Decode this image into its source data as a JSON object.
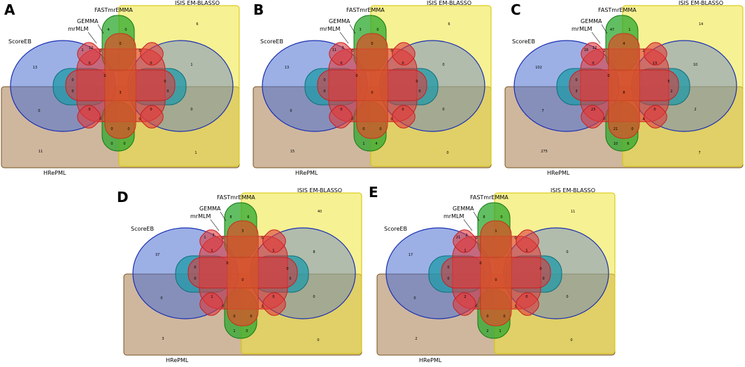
{
  "set_names": {
    "scoreeb": "ScoreEB",
    "isis": "ISIS EM-BLASSO",
    "fastmremma": "FASTmrEMMA",
    "gemma": "GEMMA",
    "mrmlm": "mrMLM",
    "hrepml": "HRePML"
  },
  "colors": {
    "scoreeb": "#4a6fd2",
    "isis": "#eee53a",
    "fastmremma": "#2ea82e",
    "gemma": "#1f9aa8",
    "mrmlm": "#e03a3a",
    "hrepml": "#a87c4f"
  },
  "panels": [
    {
      "letter": "A",
      "counts": {
        "scoreeb_only": "13",
        "isis_only": "6",
        "fastmremma_only": "4",
        "fastmremma_isis": "0",
        "isis_scoreeb": "1",
        "scoreeb_hrepml": "0",
        "hrepml_only": "11",
        "isis_hrepml": "0",
        "isis_hrepml_low": "1",
        "fast_bottom_left": "0",
        "fast_bottom_right": "0",
        "mrmlm_top": "1",
        "gemma_top": "12",
        "center": "3",
        "ring": [
          "0",
          "0",
          "0",
          "0",
          "0",
          "0",
          "0",
          "0",
          "0",
          "0",
          "0",
          "0",
          "0",
          "0",
          "0",
          "0"
        ]
      }
    },
    {
      "letter": "B",
      "counts": {
        "scoreeb_only": "13",
        "isis_only": "6",
        "fastmremma_only": "3",
        "fastmremma_isis": "0",
        "isis_scoreeb": "0",
        "scoreeb_hrepml": "0",
        "hrepml_only": "15",
        "isis_hrepml": "0",
        "isis_hrepml_low": "0",
        "fast_bottom_left": "1",
        "fast_bottom_right": "4",
        "mrmlm_top": "11",
        "gemma_top": "3",
        "center": "0",
        "ring": [
          "0",
          "0",
          "0",
          "0",
          "0",
          "0",
          "0",
          "0",
          "0",
          "0",
          "0",
          "0",
          "0",
          "0",
          "0",
          "0"
        ]
      }
    },
    {
      "letter": "C",
      "counts": {
        "scoreeb_only": "102",
        "isis_only": "14",
        "fastmremma_only": "47",
        "fastmremma_isis": "1",
        "isis_scoreeb": "10",
        "scoreeb_hrepml": "7",
        "hrepml_only": "275",
        "isis_hrepml": "2",
        "isis_hrepml_low": "7",
        "fast_bottom_left": "10",
        "fast_bottom_right": "6",
        "mrmlm_top": "16",
        "gemma_top": "12",
        "center": "8",
        "ring": [
          "4",
          "2",
          "13",
          "5",
          "2",
          "0",
          "4",
          "0",
          "21",
          "0",
          "23",
          "3",
          "0",
          "0",
          "2",
          "0"
        ]
      }
    },
    {
      "letter": "D",
      "counts": {
        "scoreeb_only": "37",
        "isis_only": "40",
        "fastmremma_only": "8",
        "fastmremma_isis": "6",
        "isis_scoreeb": "8",
        "scoreeb_hrepml": "0",
        "hrepml_only": "3",
        "isis_hrepml": "0",
        "isis_hrepml_low": "0",
        "fast_bottom_left": "1",
        "fast_bottom_right": "0",
        "mrmlm_top": "1",
        "gemma_top": "3",
        "center": "0",
        "ring": [
          "3",
          "0",
          "1",
          "0",
          "0",
          "0",
          "2",
          "0",
          "0",
          "0",
          "1",
          "0",
          "0",
          "1",
          "0",
          "0"
        ]
      }
    },
    {
      "letter": "E",
      "counts": {
        "scoreeb_only": "17",
        "isis_only": "11",
        "fastmremma_only": "8",
        "fastmremma_isis": "0",
        "isis_scoreeb": "0",
        "scoreeb_hrepml": "0",
        "hrepml_only": "2",
        "isis_hrepml": "0",
        "isis_hrepml_low": "0",
        "fast_bottom_left": "2",
        "fast_bottom_right": "1",
        "mrmlm_top": "21",
        "gemma_top": "2",
        "center": "0",
        "ring": [
          "1",
          "0",
          "1",
          "0",
          "0",
          "0",
          "1",
          "0",
          "0",
          "0",
          "2",
          "0",
          "0",
          "1",
          "0",
          "0"
        ]
      }
    }
  ]
}
